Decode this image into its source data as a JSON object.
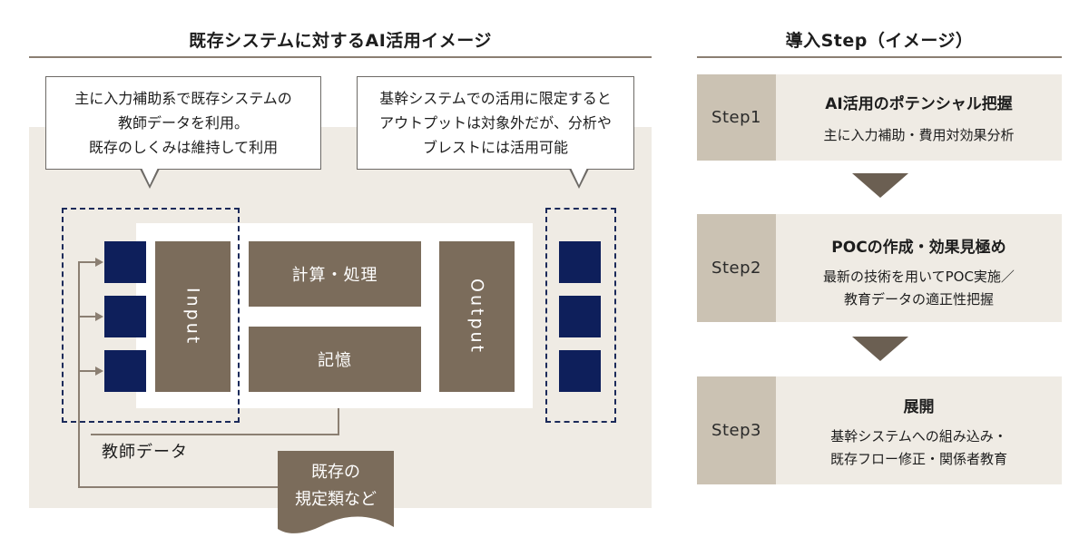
{
  "left": {
    "title": "既存システムに対するAI活用イメージ",
    "bubble_left": [
      "主に入力補助系で既存システムの",
      "教師データを利用。",
      "既存のしくみは維持して利用"
    ],
    "bubble_right": [
      "基幹システムでの活用に限定すると",
      "アウトプットは対象外だが、分析や",
      "ブレストには活用可能"
    ],
    "input_label": "Input",
    "calc_label": "計算・処理",
    "memory_label": "記憶",
    "output_label": "Output",
    "teacher_label": "教師データ",
    "doc_lines": [
      "既存の",
      "規定類など"
    ]
  },
  "right": {
    "title": "導入Step（イメージ）",
    "steps": [
      {
        "label": "Step1",
        "title": "AI活用のポテンシャル把握",
        "desc": [
          "主に入力補助・費用対効果分析"
        ]
      },
      {
        "label": "Step2",
        "title": "POCの作成・効果見極め",
        "desc": [
          "最新の技術を用いてPOC実施／",
          "教育データの適正性把握"
        ]
      },
      {
        "label": "Step3",
        "title": "展開",
        "desc": [
          "基幹システムへの組み込み・",
          "既存フロー修正・関係者教育"
        ]
      }
    ]
  },
  "colors": {
    "panel_bg": "#efebe4",
    "brown": "#7b6c5b",
    "navy": "#0e1f5b",
    "step_label_bg": "#cbc2b3",
    "rule": "#8b7f72"
  }
}
